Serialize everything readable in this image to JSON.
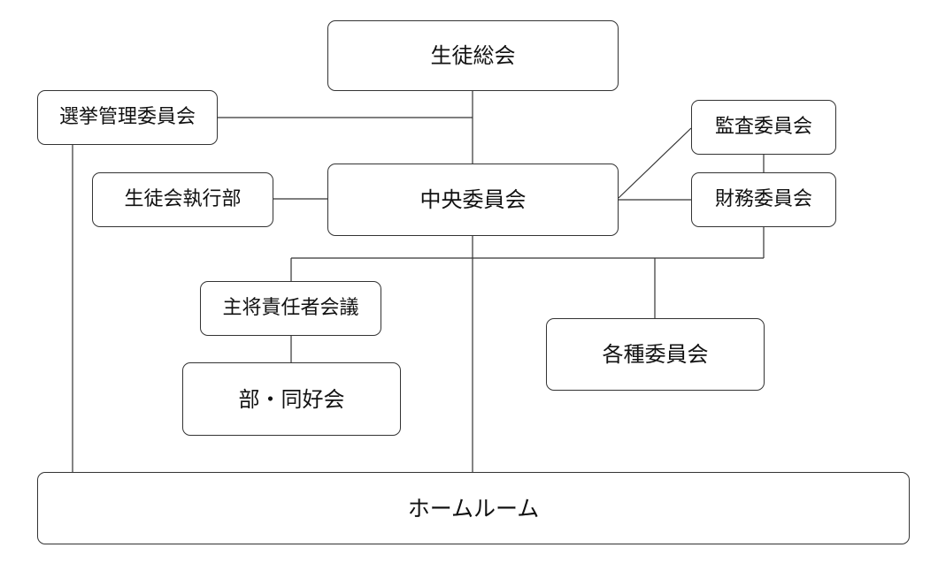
{
  "diagram": {
    "nodes": {
      "general_assembly": "生徒総会",
      "election_committee": "選挙管理委員会",
      "executive_board": "生徒会執行部",
      "central_committee": "中央委員会",
      "audit_committee": "監査委員会",
      "finance_committee": "財務委員会",
      "captains_meeting": "主将責任者会議",
      "clubs": "部・同好会",
      "various_committees": "各種委員会",
      "homeroom": "ホームルーム"
    }
  }
}
